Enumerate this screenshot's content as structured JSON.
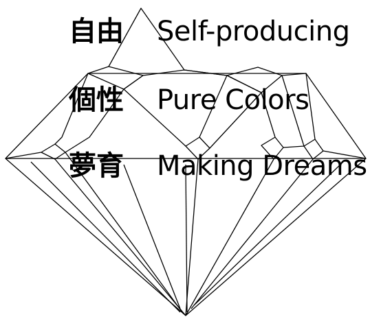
{
  "motto": [
    {
      "kanji": "自由",
      "english": "Self-producing"
    },
    {
      "kanji": "個性",
      "english": "Pure Colors"
    },
    {
      "kanji": "夢育",
      "english": "Making Dreams"
    }
  ],
  "colors": {
    "line": "#000000",
    "text": "#000000",
    "background": "#ffffff"
  },
  "graphic": "diamond-line-art"
}
